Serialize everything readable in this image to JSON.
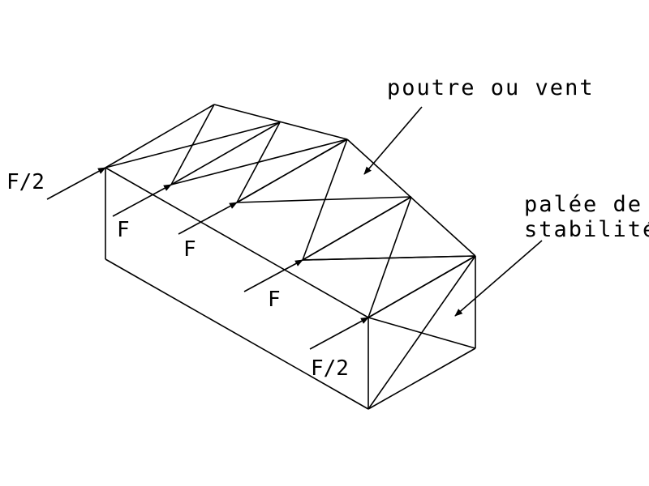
{
  "labels": {
    "wind_beam": "poutre ou vent",
    "bracing_line1": "palée de",
    "bracing_line2": "stabilité",
    "load_end_1": "F/2",
    "load_mid_1": "F",
    "load_mid_2": "F",
    "load_mid_3": "F",
    "load_end_2": "F/2"
  },
  "colors": {
    "stroke": "#000000",
    "background": "#ffffff"
  }
}
